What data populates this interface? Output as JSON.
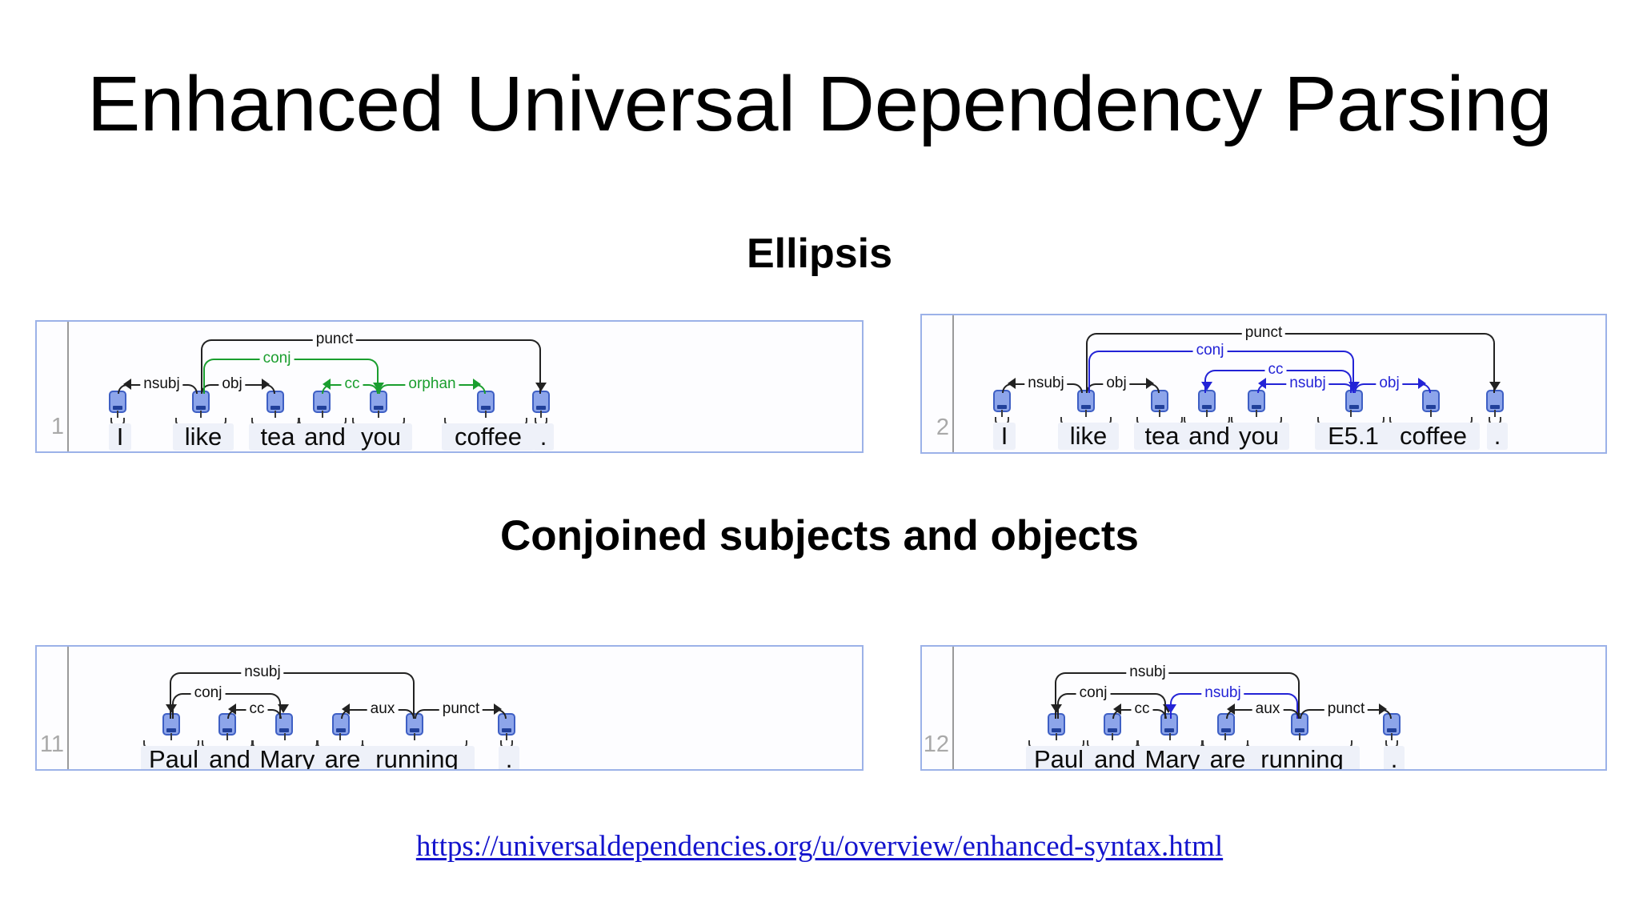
{
  "slide": {
    "title": "Enhanced Universal Dependency Parsing",
    "section_ellipsis": "Ellipsis",
    "section_conjoined": "Conjoined subjects and objects",
    "source_url": "https://universaldependencies.org/u/overview/enhanced-syntax.html"
  },
  "colors": {
    "basic_relation": "#222222",
    "enhanced_green": "#1a9e2e",
    "enhanced_blue": "#2323d6",
    "node_fill": "#8da5ea",
    "node_border": "#3e5fc4",
    "frame_border": "#9cb2e8",
    "link_blue": "#1414cd"
  },
  "diagrams": [
    {
      "id": "ellipsis-basic",
      "row_number": "1",
      "tokens": [
        "I",
        "like",
        "tea",
        "and",
        "you",
        "coffee",
        "."
      ],
      "arcs": [
        {
          "label": "nsubj",
          "color": "black",
          "direction": "left"
        },
        {
          "label": "obj",
          "color": "black",
          "direction": "right"
        },
        {
          "label": "punct",
          "color": "black",
          "direction": "right"
        },
        {
          "label": "conj",
          "color": "green",
          "direction": "right"
        },
        {
          "label": "cc",
          "color": "green",
          "direction": "left"
        },
        {
          "label": "orphan",
          "color": "green",
          "direction": "right"
        }
      ]
    },
    {
      "id": "ellipsis-enhanced",
      "row_number": "2",
      "tokens": [
        "I",
        "like",
        "tea",
        "and",
        "you",
        "E5.1",
        "coffee",
        "."
      ],
      "arcs": [
        {
          "label": "nsubj",
          "color": "black",
          "direction": "left"
        },
        {
          "label": "obj",
          "color": "black",
          "direction": "right"
        },
        {
          "label": "punct",
          "color": "black",
          "direction": "right"
        },
        {
          "label": "conj",
          "color": "blue",
          "direction": "right"
        },
        {
          "label": "cc",
          "color": "blue",
          "direction": "left"
        },
        {
          "label": "nsubj",
          "color": "blue",
          "direction": "left"
        },
        {
          "label": "obj",
          "color": "blue",
          "direction": "right"
        }
      ]
    },
    {
      "id": "conjoined-basic",
      "row_number": "11",
      "tokens": [
        "Paul",
        "and",
        "Mary",
        "are",
        "running",
        "."
      ],
      "arcs": [
        {
          "label": "nsubj",
          "color": "black",
          "direction": "left"
        },
        {
          "label": "conj",
          "color": "black",
          "direction": "right"
        },
        {
          "label": "cc",
          "color": "black",
          "direction": "left"
        },
        {
          "label": "aux",
          "color": "black",
          "direction": "left"
        },
        {
          "label": "punct",
          "color": "black",
          "direction": "right"
        }
      ]
    },
    {
      "id": "conjoined-enhanced",
      "row_number": "12",
      "tokens": [
        "Paul",
        "and",
        "Mary",
        "are",
        "running",
        "."
      ],
      "arcs": [
        {
          "label": "nsubj",
          "color": "black",
          "direction": "left"
        },
        {
          "label": "conj",
          "color": "black",
          "direction": "right"
        },
        {
          "label": "cc",
          "color": "black",
          "direction": "left"
        },
        {
          "label": "nsubj",
          "color": "blue",
          "direction": "left"
        },
        {
          "label": "aux",
          "color": "black",
          "direction": "left"
        },
        {
          "label": "punct",
          "color": "black",
          "direction": "right"
        }
      ]
    }
  ]
}
